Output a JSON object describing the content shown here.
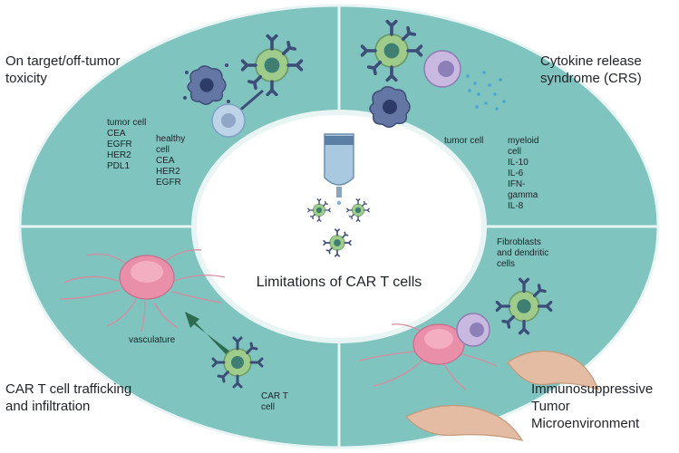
{
  "title": "Limitations of CAR T cells",
  "quadrants": {
    "top_left": {
      "heading": "On target/off-tumor\ntoxicity",
      "tumor_list": "tumor cell\nCEA\nEGFR\nHER2\nPDL1",
      "healthy_list": "healthy\ncell\nCEA\nHER2\nEGFR"
    },
    "top_right": {
      "heading": "Cytokine release\nsyndrome (CRS)",
      "tumor_label": "tumor cell",
      "myeloid_list": "myeloid\ncell\nIL-10\nIL-6\nIFN-\ngamma\nIL-8"
    },
    "bottom_left": {
      "heading": "CAR T cell trafficking\nand infiltration",
      "vasculature_label": "vasculature",
      "cart_label": "CAR T\ncell"
    },
    "bottom_right": {
      "heading": "Immunosuppressive\nTumor\nMicroenvironment",
      "fibro_label": "Fibroblasts\nand dendritic\ncells"
    }
  },
  "colors": {
    "ring": "#7fc4bf",
    "ring_border": "#e9f5f4",
    "tumor": "#4d6191",
    "cart_cell": "#b5d59c",
    "receptor": "#3c4d78",
    "arrow": "#2e6b50",
    "mass": "#ea8faa",
    "fibroblast": "#e3bca3"
  }
}
